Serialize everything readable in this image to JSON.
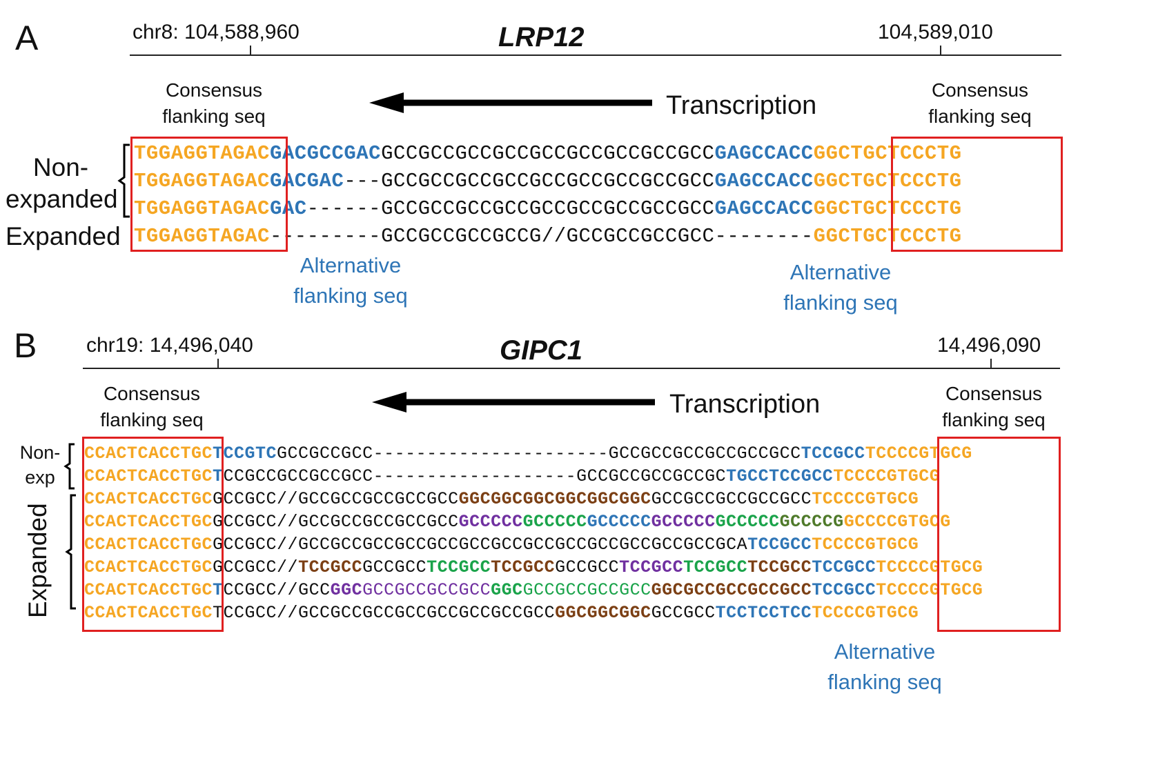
{
  "panelA": {
    "letter": "A",
    "coord_left": "chr8: 104,588,960",
    "coord_right": "104,589,010",
    "gene": "LRP12",
    "consensus_left": [
      "Consensus",
      "flanking seq"
    ],
    "consensus_right": [
      "Consensus",
      "flanking seq"
    ],
    "transcription": "Transcription",
    "rowlabels": {
      "nonexp_1": "Non-",
      "nonexp_2": "expanded",
      "exp": "Expanded"
    },
    "alt_left": [
      "Alternative",
      "flanking seq"
    ],
    "alt_right": [
      "Alternative",
      "flanking seq"
    ],
    "rows": [
      [
        {
          "t": "TGGAGGTAGAC",
          "c": "or"
        },
        {
          "t": "GACGCCGAC",
          "c": "bl"
        },
        {
          "t": "GCCGCCGCCGCCGCCGCCGCCGCCGCC",
          "c": ""
        },
        {
          "t": "GAGCCACC",
          "c": "bl"
        },
        {
          "t": "GGCTGCTCCCTG",
          "c": "or"
        }
      ],
      [
        {
          "t": "TGGAGGTAGAC",
          "c": "or"
        },
        {
          "t": "GACGAC",
          "c": "bl"
        },
        {
          "t": "---GCCGCCGCCGCCGCCGCCGCCGCCGCC",
          "c": ""
        },
        {
          "t": "GAGCCACC",
          "c": "bl"
        },
        {
          "t": "GGCTGCTCCCTG",
          "c": "or"
        }
      ],
      [
        {
          "t": "TGGAGGTAGAC",
          "c": "or"
        },
        {
          "t": "GAC",
          "c": "bl"
        },
        {
          "t": "------GCCGCCGCCGCCGCCGCCGCCGCCGCC",
          "c": ""
        },
        {
          "t": "GAGCCACC",
          "c": "bl"
        },
        {
          "t": "GGCTGCTCCCTG",
          "c": "or"
        }
      ],
      [
        {
          "t": "TGGAGGTAGAC",
          "c": "or"
        },
        {
          "t": "---------GCCGCCGCCGCCG//GCCGCCGCCGCC--------",
          "c": ""
        },
        {
          "t": "GGCTGCTCCCTG",
          "c": "or"
        }
      ]
    ]
  },
  "panelB": {
    "letter": "B",
    "coord_left": "chr19: 14,496,040",
    "coord_right": "14,496,090",
    "gene": "GIPC1",
    "consensus_left": [
      "Consensus",
      "flanking seq"
    ],
    "consensus_right": [
      "Consensus",
      "flanking seq"
    ],
    "transcription": "Transcription",
    "rowlabels": {
      "nonexp_1": "Non-",
      "nonexp_2": "exp",
      "exp": "Expanded"
    },
    "alt_right": [
      "Alternative",
      "flanking seq"
    ],
    "rows": [
      [
        {
          "t": "CCACTCACCTGC",
          "c": "or"
        },
        {
          "t": "TCCGTC",
          "c": "bl"
        },
        {
          "t": "GCCGCCGCC----------------------GCCGCCGCCGCCGCCGCC",
          "c": ""
        },
        {
          "t": "TCCGCC",
          "c": "bl"
        },
        {
          "t": "TCCCCGTGCG",
          "c": "or"
        }
      ],
      [
        {
          "t": "CCACTCACCTGC",
          "c": "or"
        },
        {
          "t": "T",
          "c": "bl"
        },
        {
          "t": "CCGCCGCCGCCGCC-------------------GCCGCCGCCGCCGC",
          "c": ""
        },
        {
          "t": "TGCCTCCGCC",
          "c": "bl"
        },
        {
          "t": "TCCCCGTGCG",
          "c": "or"
        }
      ],
      [
        {
          "t": "CCACTCACCTGC",
          "c": "or"
        },
        {
          "t": "GCCGCC//GCCGCCGCCGCCGCC",
          "c": ""
        },
        {
          "t": "GGCGGCGGCGGCGGCGGC",
          "c": "br"
        },
        {
          "t": "GCCGCCGCCGCCGCC",
          "c": ""
        },
        {
          "t": "TCCCCGTGCG",
          "c": "or"
        }
      ],
      [
        {
          "t": "CCACTCACCTGC",
          "c": "or"
        },
        {
          "t": "GCCGCC//GCCGCCGCCGCCGCC",
          "c": ""
        },
        {
          "t": "GCCCCC",
          "c": "pu b"
        },
        {
          "t": "GCCCCC",
          "c": "gr b"
        },
        {
          "t": "GCCCCC",
          "c": "bl"
        },
        {
          "t": "GCCCCC",
          "c": "pu b"
        },
        {
          "t": "GCCCCC",
          "c": "gr b"
        },
        {
          "t": "GCCCCG",
          "c": "dg b"
        },
        {
          "t": "GCCCCGTGCG",
          "c": "or"
        }
      ],
      [
        {
          "t": "CCACTCACCTGC",
          "c": "or"
        },
        {
          "t": "GCCGCC//GCCGCCGCCGCCGCCGCCGCCGCCGCCGCCGCCGCCGCCGCA",
          "c": ""
        },
        {
          "t": "TCCGCC",
          "c": "bl"
        },
        {
          "t": "TCCCCGTGCG",
          "c": "or"
        }
      ],
      [
        {
          "t": "CCACTCACCTGC",
          "c": "or"
        },
        {
          "t": "GCCGCC//",
          "c": ""
        },
        {
          "t": "TCCGCC",
          "c": "br"
        },
        {
          "t": "GCCGCC",
          "c": ""
        },
        {
          "t": "TCCGCC",
          "c": "gr b"
        },
        {
          "t": "TCCGCC",
          "c": "br"
        },
        {
          "t": "GCCGCC",
          "c": ""
        },
        {
          "t": "TCCGCC",
          "c": "pu b"
        },
        {
          "t": "TCCGCC",
          "c": "gr b"
        },
        {
          "t": "TCCGCC",
          "c": "br"
        },
        {
          "t": "TCCGCC",
          "c": "bl"
        },
        {
          "t": "TCCCCGTGCG",
          "c": "or"
        }
      ],
      [
        {
          "t": "CCACTCACCTGC",
          "c": "or"
        },
        {
          "t": "T",
          "c": "bl"
        },
        {
          "t": "CCGCC//GCC",
          "c": ""
        },
        {
          "t": "GGC",
          "c": "pu b"
        },
        {
          "t": "GCCGCCGCCGCC",
          "c": "pu"
        },
        {
          "t": "GGC",
          "c": "gr b"
        },
        {
          "t": "GCCGCCGCCGCC",
          "c": "gr"
        },
        {
          "t": "GGC",
          "c": "br"
        },
        {
          "t": "GCCGCCGCCGCC",
          "c": "br"
        },
        {
          "t": "TCCGCC",
          "c": "bl"
        },
        {
          "t": "TCCCCGTGCG",
          "c": "or"
        }
      ],
      [
        {
          "t": "CCACTCACCTGC",
          "c": "or"
        },
        {
          "t": "TCCGCC//GCCGCCGCCGCCGCCGCCGCCGCC",
          "c": ""
        },
        {
          "t": "GGCGGCGGC",
          "c": "br"
        },
        {
          "t": "GCCGCC",
          "c": ""
        },
        {
          "t": "TCCTCCTCC",
          "c": "bl"
        },
        {
          "t": "TCCCCGTGCG",
          "c": "or"
        }
      ]
    ]
  }
}
